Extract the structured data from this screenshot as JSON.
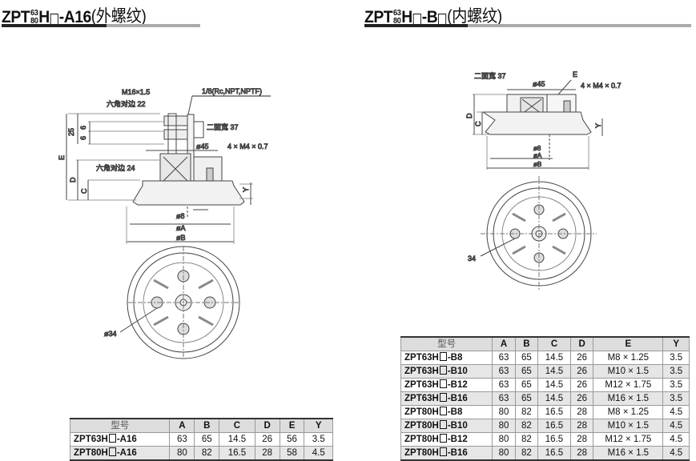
{
  "left": {
    "title": {
      "prefix": "ZPT",
      "frac_top": "63",
      "frac_bottom": "80",
      "mid": "H",
      "suffix": "-A16",
      "cn": "(外螺纹)"
    },
    "drawing_labels": {
      "thread": "M16×1.5",
      "hex22": "六角对边 22",
      "port": "1/8(Rc,NPT,NPTF)",
      "flats37": "二面宽 37",
      "dia45": "ø45",
      "screws": "4 × M4 × 0.7",
      "hex24": "六角对边 24",
      "dim25": "25",
      "dim6a": "6",
      "dim6b": "6",
      "dimE": "E",
      "dimD": "D",
      "dimC": "C",
      "dimY": "Y",
      "dia8": "ø8",
      "diaA": "øA",
      "diaB": "øB",
      "dia34": "ø34"
    },
    "table": {
      "headers": [
        "型号",
        "A",
        "B",
        "C",
        "D",
        "E",
        "Y"
      ],
      "rows": [
        {
          "model_a": "ZPT63H",
          "model_b": "-A16",
          "A": "63",
          "B": "65",
          "C": "14.5",
          "D": "26",
          "E": "56",
          "Y": "3.5"
        },
        {
          "model_a": "ZPT80H",
          "model_b": "-A16",
          "A": "80",
          "B": "82",
          "C": "16.5",
          "D": "28",
          "E": "58",
          "Y": "4.5"
        }
      ]
    }
  },
  "right": {
    "title": {
      "prefix": "ZPT",
      "frac_top": "63",
      "frac_bottom": "80",
      "mid": "H",
      "suffix": "-B",
      "cn": "(内螺纹)"
    },
    "drawing_labels": {
      "flats37": "二面宽 37",
      "dia45": "ø45",
      "E": "E",
      "screws": "4 × M4 × 0.7",
      "dimD": "D",
      "dimC": "C",
      "dimY": "Y",
      "dia8": "ø8",
      "diaA": "øA",
      "diaB": "øB",
      "dia34": "34"
    },
    "table": {
      "headers": [
        "型号",
        "A",
        "B",
        "C",
        "D",
        "E",
        "Y"
      ],
      "rows": [
        {
          "model_a": "ZPT63H",
          "model_b": "-B8",
          "A": "63",
          "B": "65",
          "C": "14.5",
          "D": "26",
          "E": "M8 × 1.25",
          "Y": "3.5"
        },
        {
          "model_a": "ZPT63H",
          "model_b": "-B10",
          "A": "63",
          "B": "65",
          "C": "14.5",
          "D": "26",
          "E": "M10 × 1.5",
          "Y": "3.5"
        },
        {
          "model_a": "ZPT63H",
          "model_b": "-B12",
          "A": "63",
          "B": "65",
          "C": "14.5",
          "D": "26",
          "E": "M12 × 1.75",
          "Y": "3.5"
        },
        {
          "model_a": "ZPT63H",
          "model_b": "-B16",
          "A": "63",
          "B": "65",
          "C": "14.5",
          "D": "26",
          "E": "M16 × 1.5",
          "Y": "3.5"
        },
        {
          "model_a": "ZPT80H",
          "model_b": "-B8",
          "A": "80",
          "B": "82",
          "C": "16.5",
          "D": "28",
          "E": "M8 × 1.25",
          "Y": "4.5"
        },
        {
          "model_a": "ZPT80H",
          "model_b": "-B10",
          "A": "80",
          "B": "82",
          "C": "16.5",
          "D": "28",
          "E": "M10 × 1.5",
          "Y": "4.5"
        },
        {
          "model_a": "ZPT80H",
          "model_b": "-B12",
          "A": "80",
          "B": "82",
          "C": "16.5",
          "D": "28",
          "E": "M12 × 1.75",
          "Y": "4.5"
        },
        {
          "model_a": "ZPT80H",
          "model_b": "-B16",
          "A": "80",
          "B": "82",
          "C": "16.5",
          "D": "28",
          "E": "M16 × 1.5",
          "Y": "4.5"
        }
      ]
    }
  }
}
